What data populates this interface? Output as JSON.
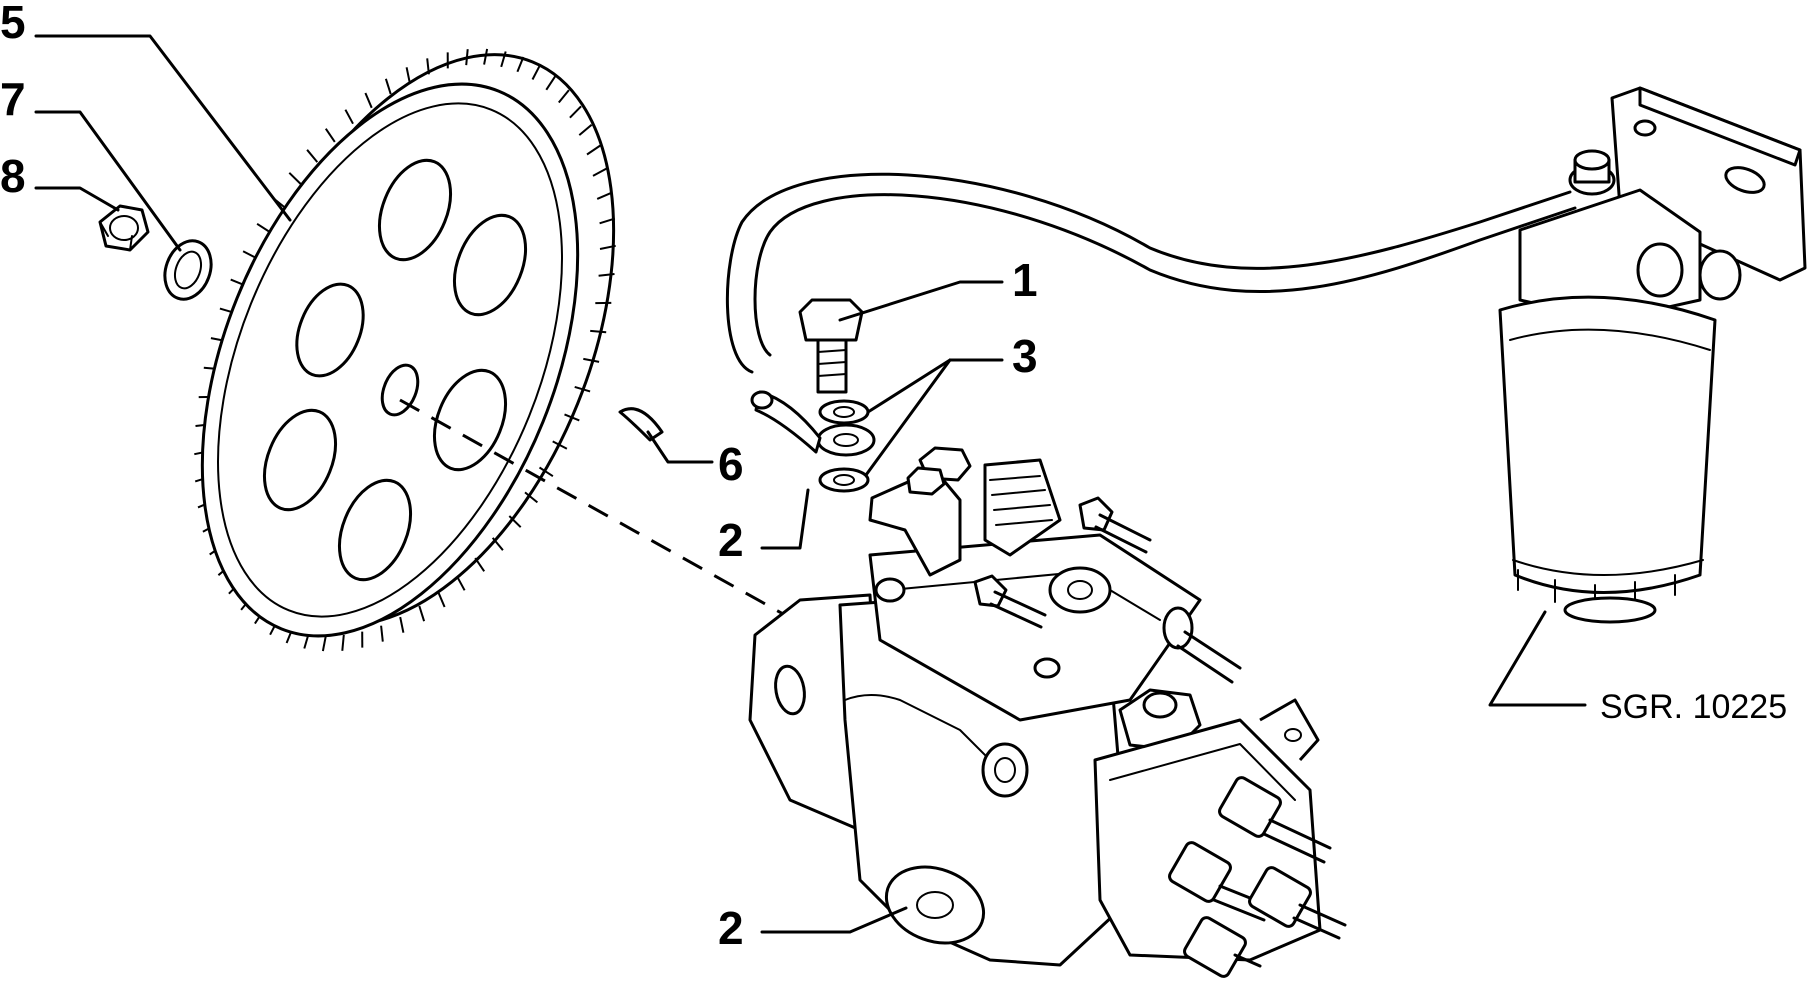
{
  "diagram": {
    "reference_code": "SGR. 10225",
    "callouts": [
      {
        "id": "c5",
        "number": "5"
      },
      {
        "id": "c7",
        "number": "7"
      },
      {
        "id": "c8",
        "number": "8"
      },
      {
        "id": "c1",
        "number": "1"
      },
      {
        "id": "c3",
        "number": "3"
      },
      {
        "id": "c6",
        "number": "6"
      },
      {
        "id": "c2a",
        "number": "2"
      },
      {
        "id": "c2b",
        "number": "2"
      }
    ]
  }
}
